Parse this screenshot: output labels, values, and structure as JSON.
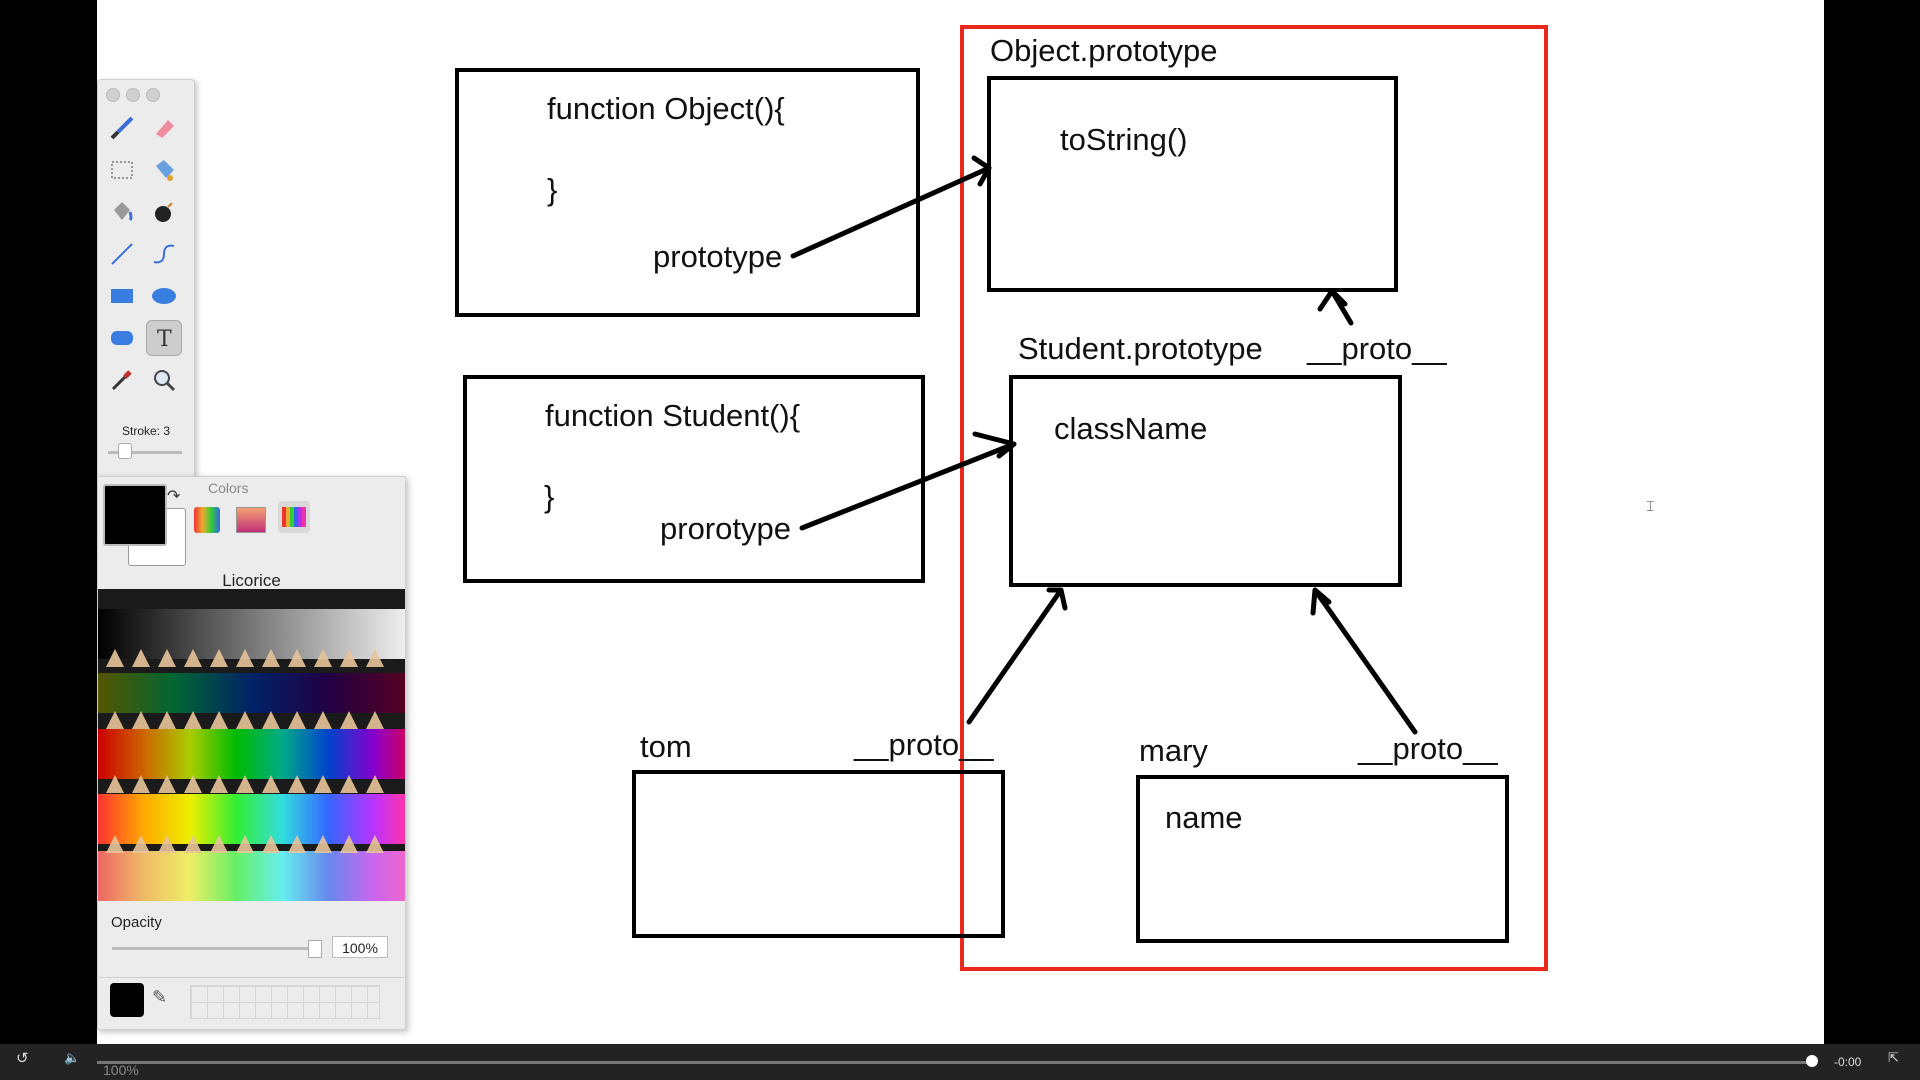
{
  "diagram": {
    "object_fn": {
      "line1": "function Object(){",
      "line2": "}",
      "prop": "prototype"
    },
    "student_fn": {
      "line1": "function Student(){",
      "line2": "}",
      "prop": "prorotype"
    },
    "object_proto": {
      "title": "Object.prototype",
      "member": "toString()"
    },
    "student_proto": {
      "title": "Student.prototype",
      "member": "className",
      "proto_label": "__proto__"
    },
    "tom": {
      "title": "tom",
      "proto_label": "__proto__"
    },
    "mary": {
      "title": "mary",
      "member": "name",
      "proto_label": "__proto__"
    },
    "highlight_color": "#e8291c"
  },
  "toolbox": {
    "tools": [
      "brush-icon",
      "eraser-icon",
      "rect-select-icon",
      "tag-fill-icon",
      "bucket-icon",
      "bomb-icon",
      "line-icon",
      "curve-icon",
      "rectangle-icon",
      "ellipse-icon",
      "rounded-rect-icon",
      "text-icon",
      "eyedropper-icon",
      "zoom-icon"
    ],
    "selected": "text-icon",
    "stroke_label": "Stroke: 3"
  },
  "colors": {
    "panel_title": "Colors",
    "selected_name": "Licorice",
    "opacity_label": "Opacity",
    "opacity_value": "100%"
  },
  "player": {
    "time": "-0:00",
    "zoom": "100%",
    "progress": 1.0
  }
}
